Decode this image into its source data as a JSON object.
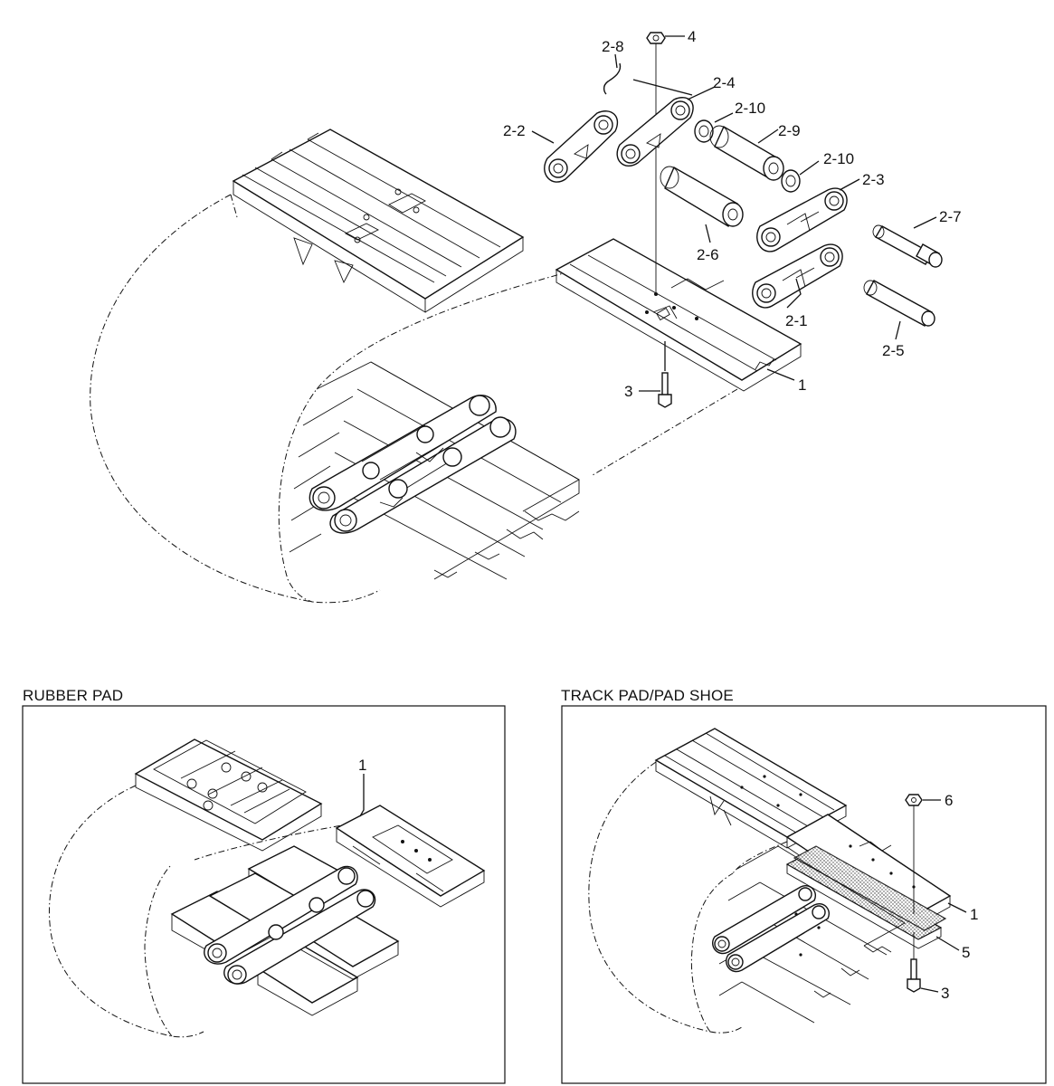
{
  "diagram": {
    "callouts_main": {
      "c4": "4",
      "c2_8": "2-8",
      "c2_4": "2-4",
      "c2_10a": "2-10",
      "c2_2": "2-2",
      "c2_9": "2-9",
      "c2_10b": "2-10",
      "c2_3": "2-3",
      "c2_7": "2-7",
      "c2_6": "2-6",
      "c2_1": "2-1",
      "c2_5": "2-5",
      "c3": "3",
      "c1": "1"
    },
    "rubber_pad": {
      "title": "RUBBER PAD",
      "c1": "1"
    },
    "track_pad": {
      "title": "TRACK PAD/PAD SHOE",
      "c6": "6",
      "c1": "1",
      "c5": "5",
      "c3": "3"
    }
  }
}
